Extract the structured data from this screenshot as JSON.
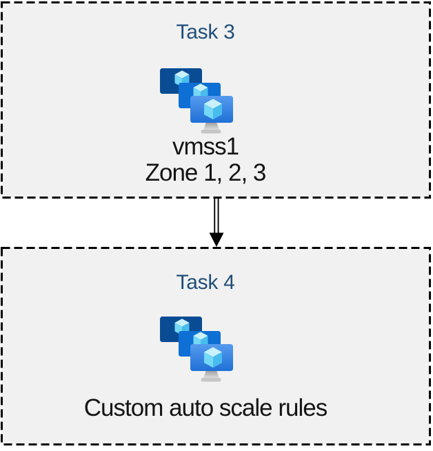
{
  "page": {
    "background": "#FFFFFF"
  },
  "colors": {
    "box_fill": "#F1F1F1",
    "box_border": "#000000",
    "task_title": "#1F4E79",
    "body_text": "#141414",
    "arrow": "#000000"
  },
  "icon_colors": {
    "monitor_back": "#0A4C94",
    "monitor_middle": "#0E6FD4",
    "monitor_front_top": "#569CEE",
    "monitor_front_bottom": "#1F70D7",
    "cube_top": "#C9F1FD",
    "cube_left": "#74D8F6",
    "cube_right": "#49BCEE",
    "stand_top": "#9B9B9B",
    "stand_bottom": "#E3E3E3",
    "stand_base": "#C6C6C6"
  },
  "tasks": [
    {
      "title": "Task 3",
      "icon": "vm-scale-sets-icon",
      "lines": [
        "vmss1",
        "Zone 1, 2, 3"
      ]
    },
    {
      "title": "Task 4",
      "icon": "vm-scale-sets-icon",
      "lines": [
        "Custom auto scale rules"
      ]
    }
  ],
  "connector": {
    "type": "double-line-arrow",
    "direction": "down"
  }
}
